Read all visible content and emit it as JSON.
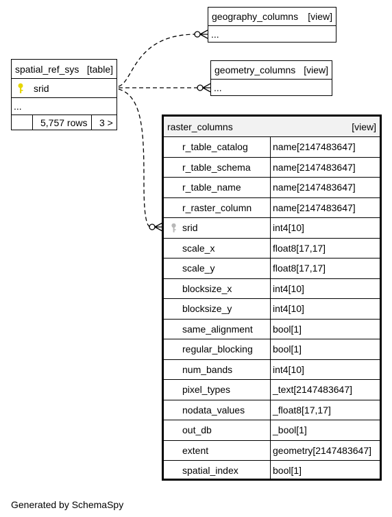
{
  "tables": {
    "geography_columns": {
      "name": "geography_columns",
      "kind": "[view]",
      "more": "..."
    },
    "geometry_columns": {
      "name": "geometry_columns",
      "kind": "[view]",
      "more": "..."
    },
    "spatial_ref_sys": {
      "name": "spatial_ref_sys",
      "kind": "[table]",
      "key_column": "srid",
      "more": "...",
      "row_count": "5,757 rows",
      "children": "3 >"
    },
    "raster_columns": {
      "name": "raster_columns",
      "kind": "[view]",
      "columns": [
        {
          "name": "r_table_catalog",
          "type": "name[2147483647]"
        },
        {
          "name": "r_table_schema",
          "type": "name[2147483647]"
        },
        {
          "name": "r_table_name",
          "type": "name[2147483647]"
        },
        {
          "name": "r_raster_column",
          "type": "name[2147483647]"
        },
        {
          "name": "srid",
          "type": "int4[10]",
          "foreign_key": true
        },
        {
          "name": "scale_x",
          "type": "float8[17,17]"
        },
        {
          "name": "scale_y",
          "type": "float8[17,17]"
        },
        {
          "name": "blocksize_x",
          "type": "int4[10]"
        },
        {
          "name": "blocksize_y",
          "type": "int4[10]"
        },
        {
          "name": "same_alignment",
          "type": "bool[1]"
        },
        {
          "name": "regular_blocking",
          "type": "bool[1]"
        },
        {
          "name": "num_bands",
          "type": "int4[10]"
        },
        {
          "name": "pixel_types",
          "type": "_text[2147483647]"
        },
        {
          "name": "nodata_values",
          "type": "_float8[17,17]"
        },
        {
          "name": "out_db",
          "type": "_bool[1]"
        },
        {
          "name": "extent",
          "type": "geometry[2147483647]"
        },
        {
          "name": "spatial_index",
          "type": "bool[1]"
        }
      ]
    }
  },
  "icons": {
    "primary_key": "key-icon",
    "foreign_key": "key-icon",
    "primary_key_color": "#e6d600",
    "foreign_key_color": "#b0b0b0"
  },
  "footer": "Generated by SchemaSpy"
}
